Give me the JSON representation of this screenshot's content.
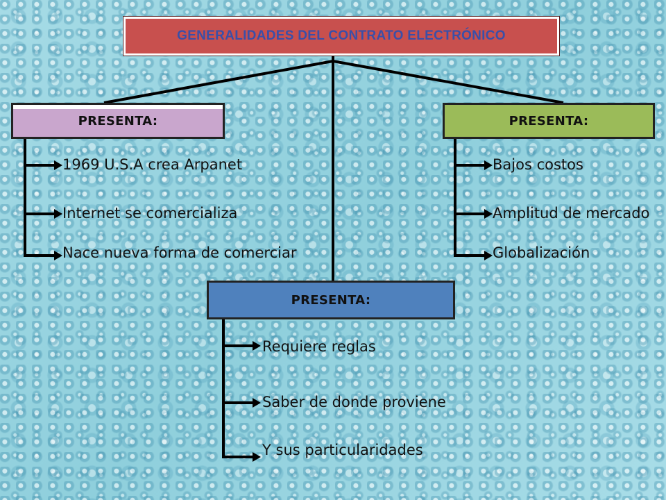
{
  "title": "GENERALIDADES DEL CONTRATO ELECTRÓNICO",
  "branches": {
    "left": {
      "header": "PRESENTA:",
      "items": [
        "1969 U.S.A crea Arpanet",
        "Internet se comercializa",
        "Nace nueva forma de comerciar"
      ]
    },
    "right": {
      "header": "PRESENTA:",
      "items": [
        "Bajos costos",
        "Amplitud de mercado",
        "Globalización"
      ]
    },
    "bottom": {
      "header": "PRESENTA:",
      "items": [
        "Requiere reglas",
        "Saber de donde proviene",
        "Y sus particularidades"
      ]
    }
  },
  "colors": {
    "title_fill": "#c8504e",
    "title_text": "#3a4fa8",
    "left_header_fill": "#c9a6cd",
    "right_header_fill": "#9bbb59",
    "bottom_header_fill": "#4f81bd"
  }
}
